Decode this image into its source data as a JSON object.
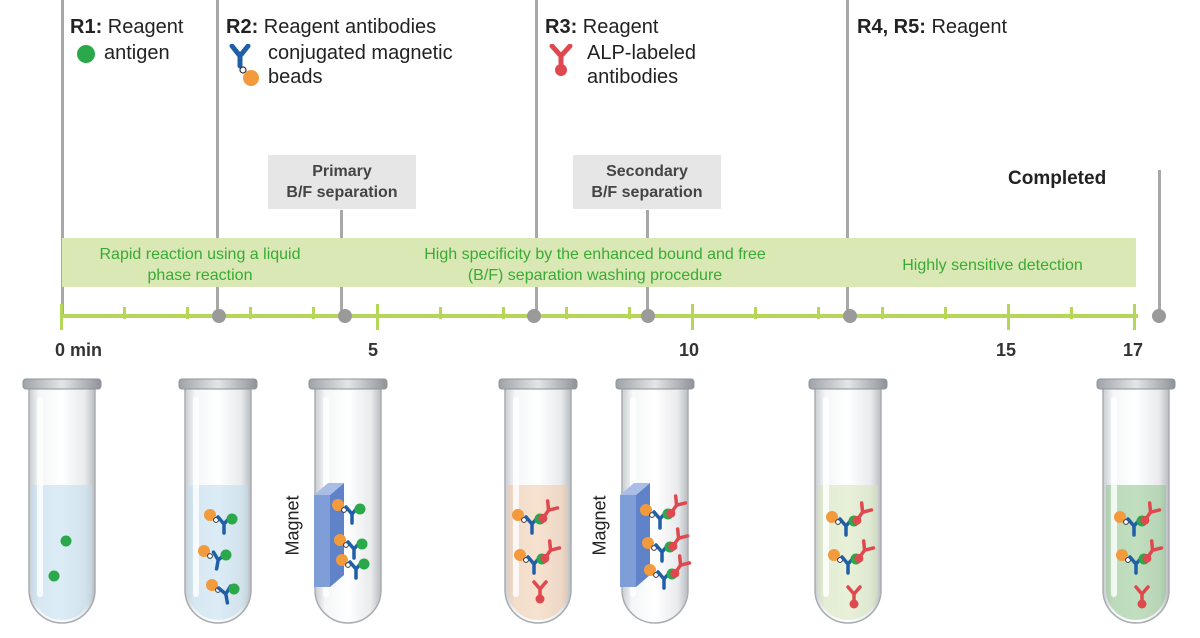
{
  "reagents": [
    {
      "code": "R1:",
      "text_lines": [
        "Reagent",
        "antigen"
      ]
    },
    {
      "code": "R2:",
      "text_lines": [
        "Reagent antibodies",
        "conjugated magnetic",
        "beads"
      ]
    },
    {
      "code": "R3:",
      "text_lines": [
        "Reagent",
        "ALP-labeled",
        "antibodies"
      ]
    },
    {
      "code": "R4, R5:",
      "text_lines": [
        "Reagent"
      ]
    }
  ],
  "separations": [
    {
      "lines": [
        "Primary",
        "B/F separation"
      ]
    },
    {
      "lines": [
        "Secondary",
        "B/F separation"
      ]
    }
  ],
  "completed_label": "Completed",
  "phases": [
    {
      "lines": [
        "Rapid reaction using a liquid",
        "phase reaction"
      ]
    },
    {
      "lines": [
        "High specificity by the enhanced bound and free",
        "(B/F) separation washing procedure"
      ]
    },
    {
      "lines": [
        "Highly sensitive detection"
      ]
    }
  ],
  "timeline": {
    "labels": [
      "0 min",
      "5",
      "10",
      "15",
      "17"
    ],
    "min": 0,
    "max": 17,
    "events": [
      2.5,
      4.5,
      7.5,
      9.3,
      12.5
    ]
  },
  "magnet_label": "Magnet",
  "colors": {
    "antigen": "#2aa84a",
    "bead": "#f39a3d",
    "antibody": "#1f5fa8",
    "alp_antibody": "#e0484f",
    "timeline": "#b6d65a",
    "band": "#d9e8b4",
    "phase_text": "#3aaa35",
    "magnet": "#7f9ed8"
  }
}
